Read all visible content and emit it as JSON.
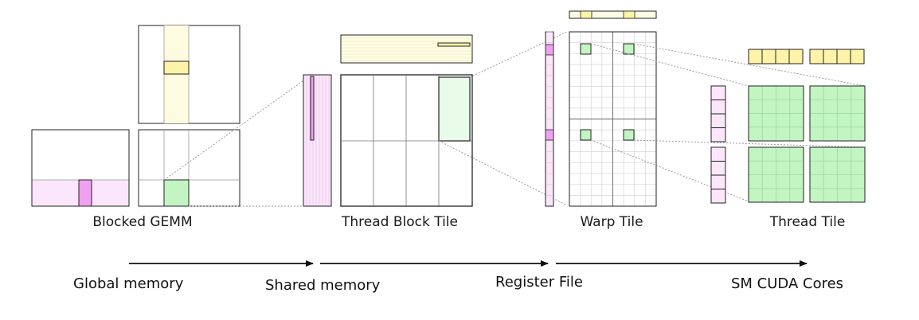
{
  "stages": [
    {
      "label": "Blocked GEMM"
    },
    {
      "label": "Thread Block Tile"
    },
    {
      "label": "Warp Tile"
    },
    {
      "label": "Thread Tile"
    }
  ],
  "memory_levels": [
    {
      "label": "Global memory"
    },
    {
      "label": "Shared memory"
    },
    {
      "label": "Register File"
    },
    {
      "label": "SM CUDA Cores"
    }
  ],
  "colors": {
    "yellow": "#fff3a8",
    "yellow_light": "#fffde6",
    "pink": "#f0a0f0",
    "pink_light": "#fbe6fb",
    "green": "#c2f5c2",
    "green_light": "#e9fbe9",
    "line": "#222222",
    "grid": "#bbbbbb",
    "dotted": "#9a9a9a"
  }
}
